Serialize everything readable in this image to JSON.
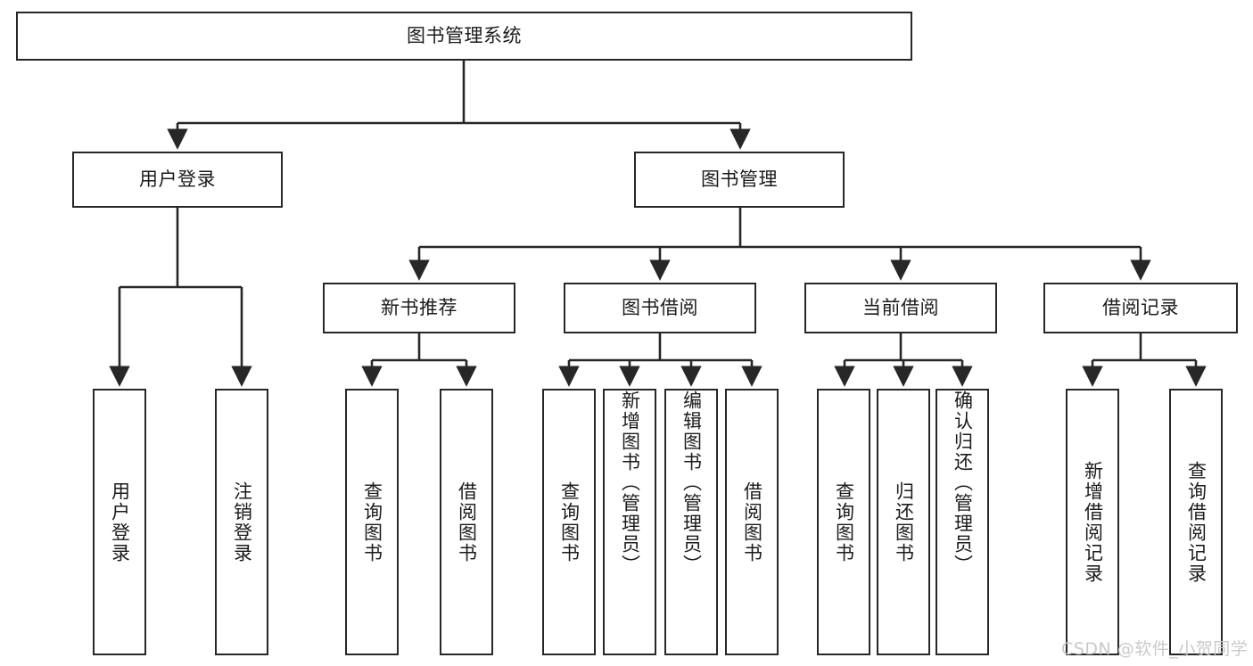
{
  "diagram": {
    "type": "tree-hierarchy-chart",
    "title": "图书管理系统",
    "colors": {
      "stroke": "#272727",
      "fill": "#ffffff",
      "text": "#1b1b1b",
      "watermark": "#c9c9c9"
    },
    "levels": {
      "root": {
        "label": "图书管理系统"
      },
      "level2": [
        {
          "label": "用户登录"
        },
        {
          "label": "图书管理"
        }
      ],
      "level3": [
        {
          "label": "新书推荐"
        },
        {
          "label": "图书借阅"
        },
        {
          "label": "当前借阅"
        },
        {
          "label": "借阅记录"
        }
      ],
      "leaves": {
        "user_login": [
          {
            "label": "用户登录"
          },
          {
            "label": "注销登录"
          }
        ],
        "new_book_recommend": [
          {
            "label": "查询图书"
          },
          {
            "label": "借阅图书"
          }
        ],
        "book_borrow": [
          {
            "label": "查询图书"
          },
          {
            "label": "新增图书（管理员）"
          },
          {
            "label": "编辑图书（管理员）"
          },
          {
            "label": "借阅图书"
          }
        ],
        "current_borrow": [
          {
            "label": "查询图书"
          },
          {
            "label": "归还图书"
          },
          {
            "label": "确认归还（管理员）"
          }
        ],
        "borrow_record": [
          {
            "label": "新增借阅记录"
          },
          {
            "label": "查询借阅记录"
          }
        ]
      }
    },
    "watermark": "CSDN @软件_小贺同学"
  }
}
